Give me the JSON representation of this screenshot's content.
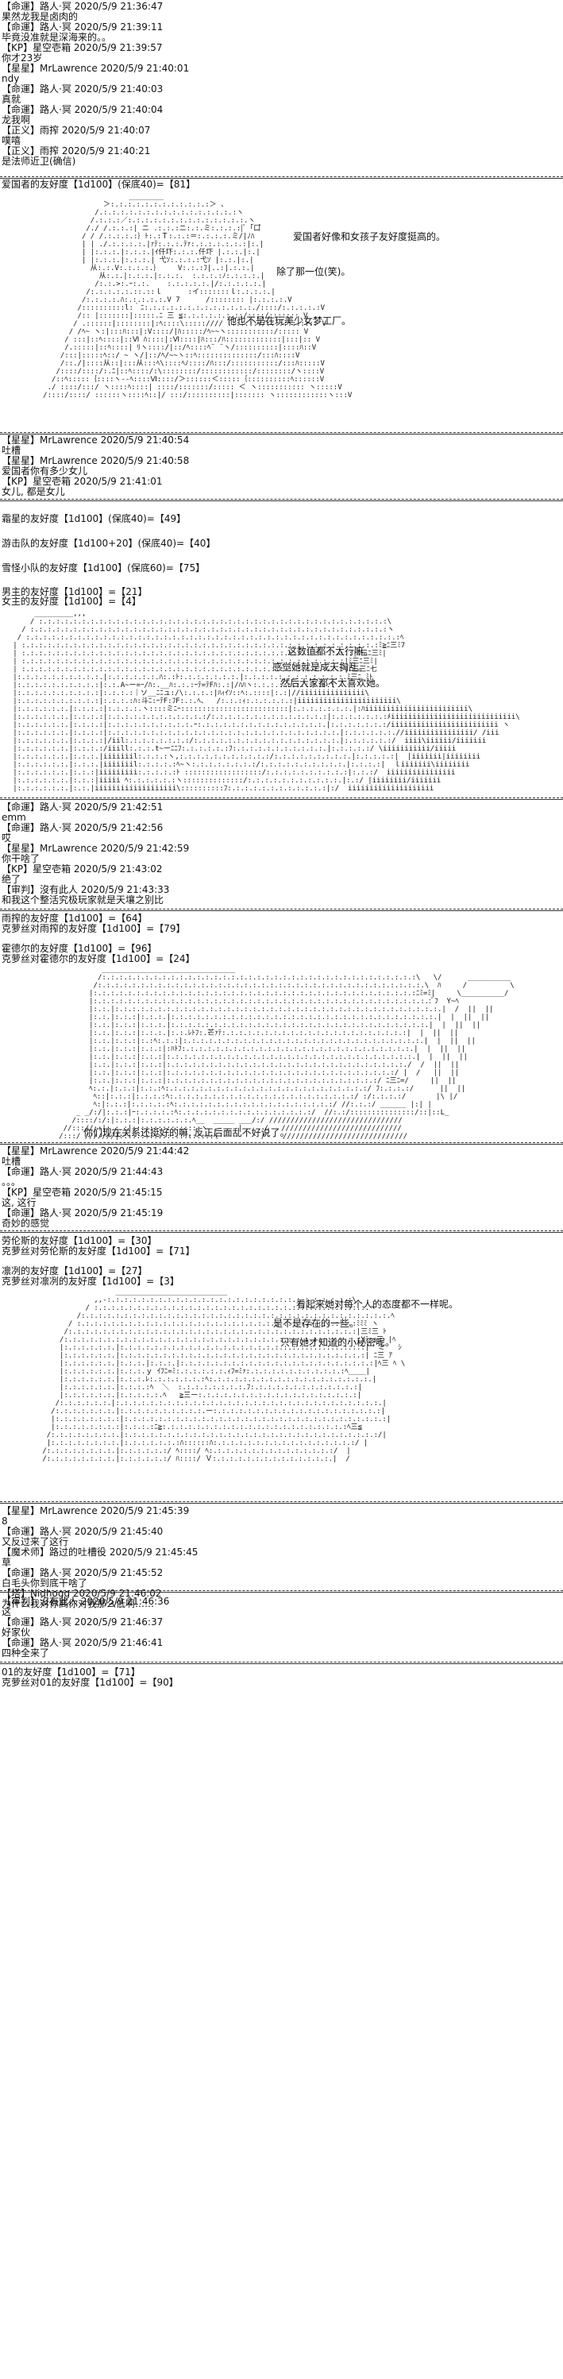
{
  "block1": [
    "【命運】路人·冥 2020/5/9 21:36:47",
    "果然龙我是卤肉的",
    "【命運】路人·冥 2020/5/9 21:39:11",
    "毕竟没准就是深海来的。。",
    "【KP】星空壱箱 2020/5/9 21:39:57",
    "你才23岁",
    "【星星】MrLawrence 2020/5/9 21:40:01",
    "ndy",
    "【命運】路人·冥 2020/5/9 21:40:03",
    "真就",
    "【命運】路人·冥 2020/5/9 21:40:04",
    "龙我啊",
    "【正义】雨搾 2020/5/9 21:40:07",
    "噗嘻",
    "【正义】雨搾 2020/5/9 21:40:21",
    "是法师近卫(确信)"
  ],
  "roll1": "爱国者的友好度【1d100】(保底40)=【81】",
  "aa1_notes": [
    "爱国者好像和女孩子友好度挺高的。",
    "除了那一位(笑)。",
    "他也不是在玩美少女梦工厂。"
  ],
  "block2": [
    "【星星】MrLawrence 2020/5/9 21:40:54",
    "吐槽",
    "【星星】MrLawrence 2020/5/9 21:40:58",
    "爱国者你有多少女儿",
    "【KP】星空壱箱 2020/5/9 21:41:01",
    "女儿, 都是女儿"
  ],
  "rolls2": [
    "霜星的友好度【1d100】(保底40)=【49】",
    "游击队的友好度【1d100+20】(保底40)=【40】",
    "雪怪小队的友好度【1d100】(保底60)=【75】",
    "男主的友好度【1d100】=【21】",
    "女主的友好度【1d100】=【4】"
  ],
  "aa2_notes": [
    "这数值都不太行嘛。",
    "感觉她就是成天掏乱。",
    "然后大家都不太喜欢她。"
  ],
  "block3": [
    "【命運】路人·冥 2020/5/9 21:42:51",
    "emm",
    "【命運】路人·冥 2020/5/9 21:42:56",
    "哎",
    "【星星】MrLawrence 2020/5/9 21:42:59",
    "你干啥了",
    "【KP】星空壱箱 2020/5/9 21:43:02",
    "绝了",
    "【审判】沒有此人 2020/5/9 21:43:33",
    "和我这个整活究极玩家就是天壤之别比"
  ],
  "rolls3": [
    "雨搾的友好度【1d100】=【64】",
    "克萝丝对雨搾的友好度【1d100】=【79】",
    "霍德尔的友好度【1d100】=【96】",
    "克萝丝对霍德尔的友好度【1d100】=【24】"
  ],
  "aa3_note": "你们现在关系还挺好的嘛, 反正后面乱不好说了。",
  "block4": [
    "【星星】MrLawrence 2020/5/9 21:44:42",
    "吐槽",
    "【命運】路人·冥 2020/5/9 21:44:43",
    "。。。",
    "【KP】星空壱箱 2020/5/9 21:45:15",
    "这, 这行",
    "【命運】路人·冥 2020/5/9 21:45:19",
    "奇妙的感觉"
  ],
  "rolls4": [
    "劳伦斯的友好度【1d100】=【30】",
    "克萝丝对劳伦斯的友好度【1d100】=【71】",
    "凛冽的友好度【1d100】=【27】",
    "克萝丝对凛冽的友好度【1d100】=【3】"
  ],
  "aa4_notes": [
    "看起来她对每个人的态度都不一样呢。",
    "是不是存在的一些。",
    "只有她才知道的小秘密呢。"
  ],
  "block5": [
    "【星星】MrLawrence 2020/5/9 21:45:39",
    "8",
    "【命運】路人·冥 2020/5/9 21:45:40",
    "又反过来了这行",
    "【魔术师】路过的吐槽役 2020/5/9 21:45:45",
    "草",
    "【命運】路人·冥 2020/5/9 21:45:52",
    "白毛头你到底干啥了",
    "【塔】Nidhogg 2020/5/9 21:46:02",
    "为什么我对你高你对我那么低啊……"
  ],
  "block6": [
    "【审判】沒有此人 2020/5/9 21:46:36",
    "这",
    "【命運】路人·冥 2020/5/9 21:46:37",
    "好家伙",
    "【命運】路人·冥 2020/5/9 21:46:41",
    "四种全来了"
  ],
  "rolls5": [
    "01的友好度【1d100】=【71】",
    "克萝丝对01的友好度【1d100】=【90】"
  ],
  "aa1_art": "                              ________\n                        ＞:.:.:.:.:.:.:.:.:.:.:.:＞ 、\n                      /.:.:.:.:.:.:.:.:.:.:.:.:.:.:.:.:ヽ\n                     /.:.:.:／:.:.:.:.:.:.:.:.:.:.:.:.:.:.ヽ\n                    /./ /.:.:.:| ニ .:.:.:ニ:.:.ミ:.:.:.:|ﾞ「口゚\n                   / / /.:.:.:.:｝ﾄ:.:Ｔ:.:.:＝:.:.:.:.ミ/|ﾉﾊ\n                   | | ./.:.:.:.:.|ｧﾃ:.:.:.ﾃｧ:.:.:.:.:.:.:|:.|\n                   | |:.:.:.|:.:.:.|ｲ仟圷:.:.:.仟圷 |.:.:.|:.|\n                   | |:.:.:.|:.:.:.| 弋ｿ:.:.:.:弋ｿ |:.:.|:.|\n                     从:.:.V:.:.:.:.｝    V:.:.:ﾌ|..:|.:.:.|\n                       从:.:.|:.:.:.|:.:.:.  :.:.:.:ﾉ:.:.:.:.|\n                      /:.:.>:.ｰ:.:.    :.:.:.:.:.|/:.:.:.:.:.|\n                    /:.:.:.:.:.::.::ｌ      :イ:::::::ｌ:.:.:.:.|\n                   /:.:.:.:.ﾊ:.:.:.:.:.V 7      /:::::::: |:.:.:.:.V\n                  /::::::::::l:｀ﾆ:.:.:.:.:.:.:.:.:.:.:.:.:./::::/:.:.:.:.:V\n                  /:: |:::::::|:::::.ﾆ 三 ≦:.:.:.:.:.:.::/::::/::::::: V\n                 / .::::::|::::::::|:ﾍ::::\\::::://// .:::::::/:::::::::::: V\n                / /ﾍ~ ヽ:|:::ﾊ:::|:V::::/|ﾊ:::::/ﾍ~~ヽ:::::::::::/::::: V\n               / :::|::ﾍ::::|::Ⅵ ﾊ::::|:Ⅵ::::|ﾊ:::/ﾊ:::::::::::::|:::|:: V\n               /.:::::|::ﾍ::::| ﾘヽ::::/|::/ﾍ::::ﾍ¨ ¨ヽ/::::::::::|::::ﾊ::V\n              /:::|:::::ﾍ::/ ~ ヽ/|::/ﾍ/~~ヽ::ﾍ::::::::::::::/:::ﾊ::::V\n              /::./|::::从::|:::从:::ﾍ\\::::ﾍﾉ::::/ﾊ:::/:::::::::::/:::ﾊ:::::V\n             /::::/::::/:.ﾆ|::ﾍ::::/:\\::::::::/::::::::::::/::::::::/ヽ::::V\n            /::ﾍ:::::｛::::ヽ--ﾍ::::Ⅵ::::/＞::::::＜:::::｛::::::::::ﾍ::::::V\n           ./ ::::/:::/ ヽ::::ﾍ::::| ::::/:::::::/::::: ＜ ヽ::::::::::: ヽ:::::V\n          /::::/::::/ ::::::ヽ::::ﾍ::|/ :::/::::::::::|::::::: ヽ::::::::::::ヽ:::V",
  "aa2_art": "        _________,,,\n       / :.:.:.:.:.:.:.:.:.:.:.:.:.:.:.:.:.:.:.:.:.:.:.:.:.:.:.:.:.:.:.:.:.:.:.:.:.:.:.:.:\\\n     / :.:.:.:.:.:.:.:.:.:.:.:.:.:.:.:.:.:.:.:.:.:.:.:.:.:.:.:.:.:.:.:.:.:.:.:.:.:.:.:.:.:ヽ\n    / :.:.:.:.:.:.:.:.:.:.:.:.:.:.:.:.:.:.:.:.:.:.:.:.:.:.:.:.:.:.:.:.:.:.:.:.:.:.:.:.:.:.:.:ﾍ\n   | :.:.:.:.:.:.:.:.:.:.:.:.:.:.:.:.:.:.:.:.:.:.:.:.:.:.:.:.:.:.:.:.:.:.:.:.:.:.:.:.:.:ﾐ≧ﾆ三ﾐ7\n   | :.:.:.:.:.:.:.:.:.:.:.:.:.:.:.:.:.:.:.:.:.:.:.:.:.:.:.:.:.:.:.:.:.:.:.:.:.:.:|ﾆ三ﾆ三ﾐ|\n   | :.:.:.:.:.:.:.:.:.:.:.:.:.:.:.:.:.:.:.:.:.:.:.:.:.:.:.:.:.:.:.:.:.:.:.:.:.:|ﾐ三ﾆ三ﾐ|\n   | :.:.:.:.:.:.:.:.:.:.:.:.:.:.:.:.:.:.:.:.:.:.:.:.:.:.:.:.:.:.:.:.:.:.:.:.:.:|ﾆ三三ﾆ七\n   |:.:.:.:.:.:.:.:.:.:.|:.:.:.:.:.:.ﾊ:.:ﾄ:.:.:.:.:.:.:.|:.:.:.:.:.:.:.:.:.:.:.:.ﾐ三ﾆ ﾐﾄ\n   |:.:.:.:.:.:.:.:.:.:|:.:.A~ー=ｰ/ﾊ:.__ﾊ:.:.:ｰﾃ=ﾃFﾊ:.:|/ﾊﾊヽ:.:.:.:.:.:.:.:.:.\\\n   |:.:.:.:.:.:.:.:.:.:|:.:.:.:｜ソ__ﾆﾆュ:/\\:.:.:.:|ﾊｨｲｿ::ﾍ:.::::|:.:|//iiiiiiiiiiiiiii\\\n   |:.:.:.:.:.:.:.:.:.:|:.:.:.:ﾊ:斗ﾆ:ｰﾃF:ﾌF:.:.ﾍ、  /:.:.:ｨ:.:.:.:.:.:|iiiiiiiiiiiiiiiiiiiiiii\\\n   |:.:.:.:.:.:.|:.:.:.:|:.:.:.:.ヽ::::ミﾆｰ:::::::::::::::::::::::::|:.:.:.:.:.:.:.|:ﾊiiiiiiiiiiiiiiiiiiiiiiii\\\n   |:.:.:.:.:.:.|:.:.:.:|:.:.:.:.:.:.:.:.:.:.:.:/:.:.:.:.:.:.:.:.:.:.:.:.:.:|:.:.:.:.:.:.:ﾒiiiiiiiiiiiiiiiiiiiiiiiiiiiii\\\n   |:.:.:.:.:.:.|:.:.:.:|:.:.:.:.:.:.:.:.:.:.ｰ:.:.:.:.:.:.:.:.:.:.:.:.:.:.:.|:.:.:.:.:.:.:/iiiiiiiiiiiiiiiiiiiiiiiii ヽ\n   |:.:.:.:.:.:.|:.:.:.:|:.:.:.:.:.:.:.:.:.:.:.:.:.:.:.:.:.:.:.:.:.:.:.:.:.:.:.|:.:.:.:.:.:.//iiiiiiiiiiiiiiii/ /iii\n   |:.:.:.:.:.:.|:.:.:.:|/iil:.:.:.:.:.:.:.:/:.:.:.:.:.:.:.:.:.:.:.:.:.:.:.:.:.|:.:.:.:.:.:/  iiii\\iiiiii/iiiiiii\n   |:.:.:.:.:.:.|:.:.:.:/iiill:.:.:.t~ーﾆﾆﾌ:.:.:.:.:.:ﾌ:.:.:.:.:.:.:.:.:.:.:.|:.:.:.:.:/ \\iiiiiiiiiii/iiiii\n   |:.:.:.:.:.:.|:.:.:.|iiiiiiil:.:.:.:ヽ,:.:.:.:.:.:.:.:.:.:.:/:.:.:.:.:.:.:.:.:.|:.:.:.:.:|  |iiiiiii|iiiiiiii\n   |:.:.:.:.:.:.|:.:.:.|iiiiiiil:.:.:.:.:ﾍ~ヽ:.:.:.:.:.:.:.:/:.:.:.:.:.:.:.:.:.:.|:.:.:.:|  ｌiiiiiii\\iiiiiiii\n   |:.:.:.:.:.:.|:.:.:|iiiiiiiii:.:.:.:.:ﾄ ::::::::::::::::::/:.:.:.:.:.:.:.:.:.:|:.:.:/  iiiiiiiiiiiiiiii\n   |:.:.:.:.:.:.|:.:.:|iiiii ﾍ:.:.:.:.:.:ヽ::::::::::::::/:.:.:.:.:.:.:.:.:.:.:.|:.:/ |iiiiiiii/iiiiiii\n   |:.:.:.:.:.:.|:.:.|iiiiiiiiiiiiiiiiiii\\::::::::::ﾌ:.:.:.:.:.:.:.:.:.:.:.:|:/  iiiiiiiiiiiiiiiiiiii",
  "aa3_art": "                    _______________________________\n                   /:.:.:.:.:.:.:.:.:.:.:.:.:.:.:.:.:.:.:.:.:.:.:.:.:.:.:.:.:.:.:.:.:.:.:.:.:\\   \\/      __________\n                  /:.:.:.:.:.:.:.:.:.:.:.:.:.:.:.:.:.:.:.:.:.:.:.:.:.:.:.:.:.:.:.:.:.:.:.:.:.:.\\  ﾊ     /          \\\n                 |:.:.:.:.:.:.:.:.:.:.:.:.:.:.:.:.:.:.:.:.:.:.:.:.:.:.:.:.:.:.:.:.:.:.:.:.:.:ﾆﾐ=ﾐ|     \\__________/\n                 |:.:.:.:.:.:.:.:.:.:.:.:.:.:.:.:.:.:.:.:.:.:.:.:.:.:.:.:.:.:.:.:.:.:.:.:.:.:.:.:ﾞﾌ  Y~ﾍ\n                 |:.:.|:.:.:.:.:.:.:.:.:.:.:.:.:.:.:.:.:.:.:.:.:.:.:.:.:.:.:.:.:.:.:.:.:.:.:.:.:.:.|  /  ||  ||\n                 |:.:.|:.:.:|:.:.:.|:.:.:.:.:.:.:.:.:.:.:.:.:.:.:.:.:.:.:.:.:.:.:.:.:.:.:.:.:.:.:.|  |  ||  ||\n                 |:.:.|:.:.:|:.:.:.|:.:.:.:.:.:.:.:.:.:.:.:.:.:.:.:.:.:.:.:.:.:.:.:.:.:.:.:.:.:.|  |  ||  ||\n                 |:.:.|:.:.:|:.:.:.|:.:.ﾚﾄﾌ:.芒ｧﾃ:.:.:.:.:.:.:.:.:.:.:.:.:.:.:.:.:.:.:.:.:.:|  |  ||  ||\n                 |:.:.|:.:.:|:.:ﾍ:.:.:|:.:.:.:.:.:.:.:.:.:.:.:.:.:.:.:.:.:.:.:.:.:.:.:.:.:.:.:.|  |  ||  ||\n                 |:.:.|:.:.:|:.:.:|:ﾊﾄﾌ:.:.:.:.:.:.:.:.:.:.:.:.:.:.:.:.:.:.:.:.:.:.:.:.:.:.:.|  |  ||  ||\n                 |:.:.|:.:.:|:.:.:|:.:.:.:.:.:.:.:.:.:.:.:.:.:.:.:.:.:.:.:.:.:.:.:.:.:.:.:.:.|  |  ||  ||\n                 |:.:.|:.:.:|:.:.:|:.:.:.:.:.:.:.:.:.:.:.:.:.:.:.:.:.:.:.:.:.:.:.:.:.:.:.:./  /  ||  ||\n                 |:.:.|:.:.:|:.:.:|:.:.:.:.:.:.:.:.:.:.:.:.:.:.:.:.:.:.:.:.:.:.:.:.:.:.:/ |  /   ||  ||\n                 |:.:.|:.:.:|:.:.:|:.:.:.:.:.:.:.:.:.:.:.:.:.:.:.:.:.:.:.:.:.:.:.:.:/ ﾆ三ﾆ=/     ||  ||\n                 ﾍ:.:.|:.:.:|:.:.:ﾍ:.:.:.:.:.:.:.:.:.:.:.:.:.:.:.:.:.:.:.:.:.:.:.:/ ﾌ:.:.:.:/      ||  ||\n                  ﾍ::|:.:.:|:.:.:.:ﾍ:.:.:.:.:.:.:.:.:.:.:.:.:.:.:.:.:.:.:.:.:.:/ :/:.:.:.:/       |\\ |/\n                  ﾍ:|:.:.:|:.:.:.:.:ﾍ:.:.:.:.:.:.:.:.:.:.:.:.:.:.:.:.:.:.:/ //:.:.:/ ______ |:| |\n              _ _/:/|:.:.:|ｰ:.:.:.:.:ﾍ:.:.:.:.:.:.:.:.:.:.:.:.:.:.:.:/  //:.:/:::::::::::::::/::|::L_\n             /::::/:/:|:.:.:|:.:.:.:.:.:.ﾍ__  _____ ___/:/ ///////////////////////////////\n           //::://::|:.:.:|::::::::::::::::ヽ       |     /   ////////////////////////////\n          /:::/ ///////|::::::::::::::::::::::\\          /    /////////////////////////////",
  "aa4_art": "                         __________________________\n                    ,,-:.:.:.:.:.:.:.:.:.:.:.:.:.:.:.:.:.:.:.:.:.:.:.:.:.:.:.:.:\\\n                  / :.:.:.:.:.:.:.:.:.:.:.:.:.:.:.:.:.:.:.:.:.:.:.:.:.:.:.:.:.:.:.:.ヽ\n                /:.:.:.:.:.:.:.:.:.:.:.:.:.:.:.:.:.:.:.:.:.:.:.:.:.:.:.:.:.:.:.:.:.:.:.:.ﾍ\n              / :.:.:.:.:.:.:.:.:.:.:.:.:.:.:.:.:.:.:.:.:.:.:.:.:.:.:.:.:.:.:.:.:ﾐﾐﾐ ヽ\n             /:.:.:.:.:.:.:.:.:.:.:.:.:.:.:.:.:.:.:.:.:.:.:.:.:.:.:.:.:.:.:.:.:.:|三ﾐ三 ﾄ\n            /:.:.:.:.:.:.:.:.:.:.:.:.:.:.:.:.:.:.:.:.:.:.:.:.:.:.:.:.:.:.:.:.:.:.:Yﾐ ｣三 |ﾍ\n            |:.:.:.:.:.:.|:.:.:.:.:.:.:.:.:.:.:.:.:.:.:.:.:.:.:.:.:.:.:.:.:.:.:.:.:|  ミ   ｼ\n            |:.:.:.:.:.:.|:.:.:.:.:.:.:.:.:.:.:.:.:.:.:.:.:.:.:.:.:.:.:.:.:.:.:.:.:| ﾆ三 ｱ\n            |:.:.:.:.:.:.|:.:.:.|:.:.:.|:.:.:.:.:.:.:.:.:.:.:.:.:.:.:.:.:.:.:.:.:.:.:|ﾍ三 ﾍ \\\n            |:.:.:.:.:.:.|:.:.:.ｙ ｲﾌﾆ=ﾐ:.:.:.:.:.:.ｨﾌ=ﾐｧ:.:.:.:.:.:.:.:.:.:.:.:ﾍ____|\n            |:.:.:.:.:.:.|:.:.:.ﾚ:.:.:.:.:.:.:ﾍ:.:.:.:.:.:.:.:.:.:.:.:.:.:.:.:.:.:.:.|\n            |:.:.:.:.:.:.|:.:.:.:ﾍ  ＼  :.:.:.:.:.:.:.:.ﾌ:.:.:.:.:.:.:.:.:.:.:.:.:|\n            |:.:.:.:.:.:.|:.:.:.:.:.ﾍ   ≧三ー:.:.:.:.:.:.:.:.:.:.:.:.:.:.:.:.:.:.:|\n           /:.:.:.:.:.:.|:.:.:.:.:.:.:.:.:.:.:.:.:.:.:.:.:.:.:.:.:.:.:.:.:.:.:.:.:.:.:.|\n          /:.:.:.:.:.:.:.|:.:.:.:.:.:.:.:.:.:.ー:.:.:.:.:.:.:.:.:.:.:.:.:.:.:.:.:.:.:.:|\n          |:.:.:.:.:.:.:.:|:.:.:.:.:.:.:.:.:.:.:.:.:.:.:.:.:.:.:.:.:.:.:.:.:.:.:.:.:.:.:|\n          |:.:.:.:.:.:.:.:|:.:.:.:ﾆ≧:.:.:.:.:.:.:.:.:.:.:.:.:.:.:.:.:.:.:.:.:.:ﾍ三≦\n         /:.:.:.:.:.:.:.:.|:.:.:.:.:.:.:.:.:.:.:.:.:.:.:.:.:.:.:.:.:.:.:.:.:.:.:.:.:.:/|\n         |:.:.:.:.:.:.:.:.|:.:.:.:.:.:.:ﾊ::::::ﾊ:.:.:.:.:.:.:.:.:.:.:.:.:.:.:.:.:/ |\n        /:.:.:.:.:.:.:.:.|:.:.:.:.:.:/ ﾍ::::/ ﾍ:.:.:.:.:.:.:.:.:.:.:.:.:.:.:/  |\n        /:.:.:.:.:.:.:.:.|:.:.:.:.:.:/ ﾊ::::/ Ｖ:.:.:.:.:.:.:.:.:.:.:.:.:.:.|  /"
}
